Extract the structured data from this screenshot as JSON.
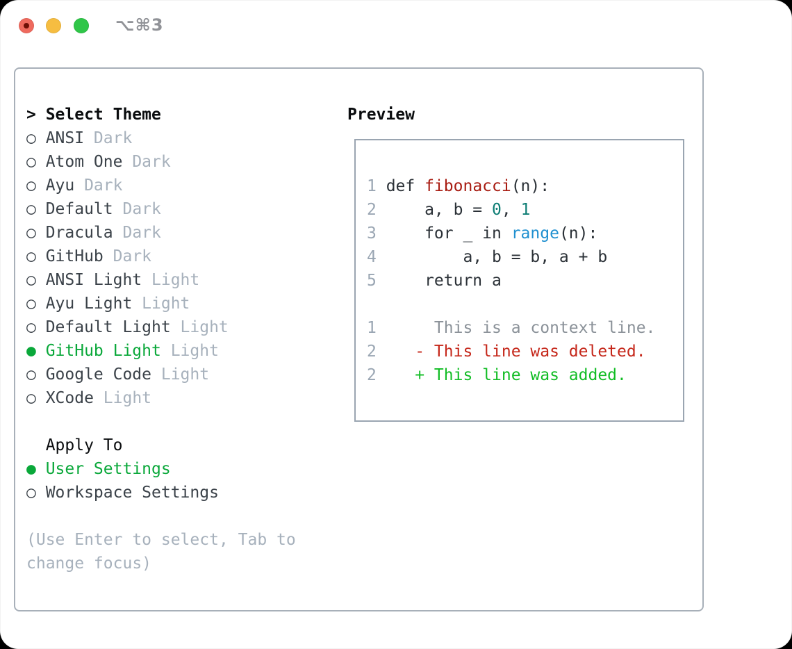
{
  "titlebar": {
    "title": "⌥⌘3"
  },
  "selector": {
    "header_marker": ">",
    "header": "Select Theme",
    "themes": [
      {
        "bullet": "○",
        "name": "ANSI",
        "variant": "Dark",
        "state": "unselected"
      },
      {
        "bullet": "○",
        "name": "Atom One",
        "variant": "Dark",
        "state": "unselected"
      },
      {
        "bullet": "○",
        "name": "Ayu",
        "variant": "Dark",
        "state": "unselected"
      },
      {
        "bullet": "○",
        "name": "Default",
        "variant": "Dark",
        "state": "unselected"
      },
      {
        "bullet": "○",
        "name": "Dracula",
        "variant": "Dark",
        "state": "unselected"
      },
      {
        "bullet": "○",
        "name": "GitHub",
        "variant": "Dark",
        "state": "unselected"
      },
      {
        "bullet": "○",
        "name": "ANSI Light",
        "variant": "Light",
        "state": "unselected"
      },
      {
        "bullet": "○",
        "name": "Ayu Light",
        "variant": "Light",
        "state": "unselected"
      },
      {
        "bullet": "○",
        "name": "Default Light",
        "variant": "Light",
        "state": "unselected"
      },
      {
        "bullet": "●",
        "name": "GitHub Light",
        "variant": "Light",
        "state": "selected"
      },
      {
        "bullet": "○",
        "name": "Google Code",
        "variant": "Light",
        "state": "unselected"
      },
      {
        "bullet": "○",
        "name": "XCode",
        "variant": "Light",
        "state": "unselected"
      }
    ],
    "apply_to": {
      "header": "Apply To",
      "options": [
        {
          "bullet": "●",
          "name": "User Settings",
          "state": "selected"
        },
        {
          "bullet": "○",
          "name": "Workspace Settings",
          "state": "unselected"
        }
      ]
    },
    "hint_line1": "(Use Enter to select, Tab to",
    "hint_line2": "change focus)"
  },
  "preview": {
    "header": "Preview",
    "code_lines": [
      {
        "num": "1",
        "segs": [
          {
            "t": "def "
          },
          {
            "t": "fibonacci"
          },
          {
            "t": "(n):"
          }
        ]
      },
      {
        "num": "2",
        "segs": [
          {
            "t": "    a, b = "
          },
          {
            "t": "0"
          },
          {
            "t": ", "
          },
          {
            "t": "1"
          }
        ]
      },
      {
        "num": "3",
        "segs": [
          {
            "t": "    for _ in "
          },
          {
            "t": "range"
          },
          {
            "t": "(n):"
          }
        ]
      },
      {
        "num": "4",
        "segs": [
          {
            "t": "        a, b = b, a + b"
          }
        ]
      },
      {
        "num": "5",
        "segs": [
          {
            "t": "    return a"
          }
        ]
      }
    ],
    "diff_lines": [
      {
        "num": "1",
        "text": "     This is a context line."
      },
      {
        "num": "2",
        "text": "   - This line was deleted."
      },
      {
        "num": "2",
        "text": "   + This line was added."
      }
    ]
  },
  "palette": {
    "selected_green": "#0aa83a",
    "added_green": "#12bd25",
    "deleted_red": "#c5271a",
    "function_red": "#a81c12",
    "builtin_blue": "#2090d0",
    "number_teal": "#0d7d74",
    "context_gray": "#8b9299",
    "line_number_gray": "#9aa6b3",
    "muted_gray": "#a7b1bc",
    "code_ink": "#2b3137",
    "panel_border": "#a8b0b9",
    "traffic_red": "#ef6a5e",
    "traffic_yellow": "#f6bd41",
    "traffic_green": "#2fc648"
  }
}
